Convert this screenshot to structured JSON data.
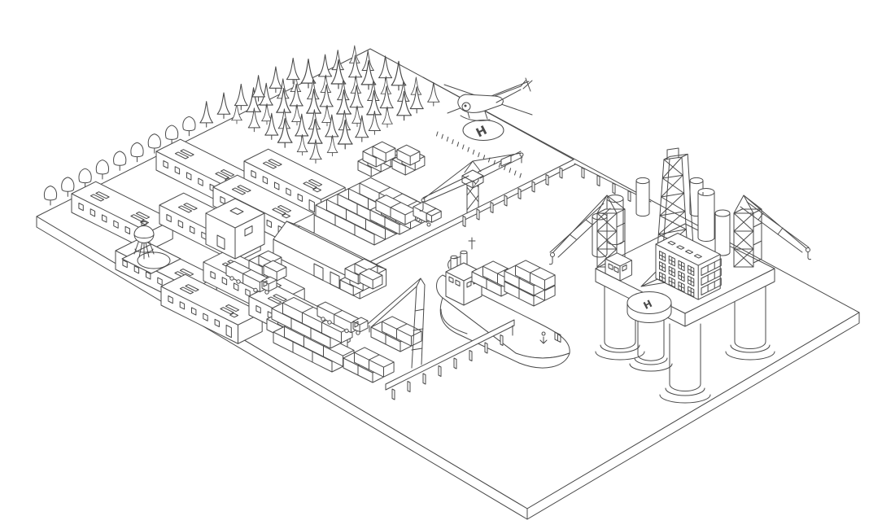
{
  "page": {
    "title": "Isometric seaport with offshore oil platform — line illustration",
    "background": "#ffffff"
  },
  "colors": {
    "stroke": "#4a4a4a",
    "fill": "#ffffff",
    "background": "#ffffff"
  },
  "labels": {
    "land_helipad_letter": "H",
    "rig_helipad_letter": "H"
  },
  "scene": {
    "areas": [
      {
        "name": "forest",
        "items": "pine trees",
        "count": 54
      },
      {
        "name": "shoreline-trees",
        "items": "round and conical trees along the upper-left edge",
        "count": 15
      },
      {
        "name": "barracks-district",
        "items": "long warehouse barracks with roof vents and windows",
        "count": 9,
        "extras": [
          "square-office-building",
          "water-tower"
        ]
      },
      {
        "name": "gable-warehouse",
        "items": "large warehouse with two doors",
        "count": 1
      },
      {
        "name": "container-yard",
        "items": "rows and stacks of shipping containers",
        "extras": [
          "delivery-van"
        ]
      },
      {
        "name": "vehicles",
        "items": "semi trucks",
        "count": 2
      },
      {
        "name": "upper-wharf",
        "items": [
          "quay wall on pilings",
          "lattice harbor crane",
          "dashed boundary line",
          "helipad",
          "helicopter"
        ]
      },
      {
        "name": "lower-pier",
        "items": [
          "pier deck on pilings",
          "a-frame crane"
        ]
      },
      {
        "name": "cargo-ship",
        "items": [
          "bridge superstructure",
          "funnels",
          "deck containers",
          "anchor mark",
          "bow door"
        ]
      },
      {
        "name": "oil-rig",
        "items": [
          "derrick tower",
          "two lattice cranes with booms",
          "storage tanks",
          "accommodation block",
          "equipment hut",
          "round helipad",
          "cylindrical support legs",
          "water ripples"
        ],
        "tanks": 6,
        "legs": 4
      }
    ]
  }
}
